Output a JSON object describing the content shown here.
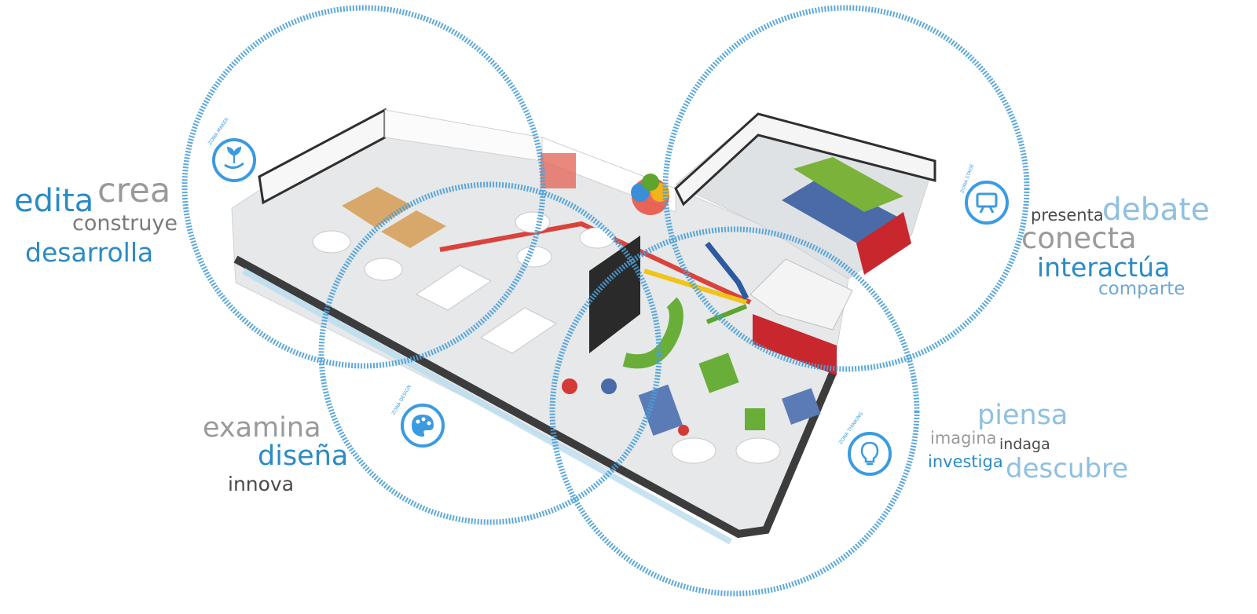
{
  "colors": {
    "ring": "#4a9fd8",
    "dark_blue": "#2a8bc4",
    "light_blue": "#8fc0e0",
    "grey": "#9a9a9a",
    "dark_grey": "#4a4a4a",
    "floor": "#e4e6e8",
    "wall": "#ffffff",
    "wall_dark": "#3c3c3c"
  },
  "zones": [
    {
      "id": "maker",
      "badge_label": "ZONA MAKER",
      "icon": "hand-plant-icon",
      "words": [
        "edita",
        "crea",
        "construye",
        "desarrolla"
      ]
    },
    {
      "id": "stage",
      "badge_label": "ZONA STAGE",
      "icon": "presentation-board-icon",
      "words": [
        "presenta",
        "debate",
        "conecta",
        "interactúa",
        "comparte"
      ]
    },
    {
      "id": "design",
      "badge_label": "ZONA DESIGN",
      "icon": "palette-icon",
      "words": [
        "examina",
        "diseña",
        "innova"
      ]
    },
    {
      "id": "thinking",
      "badge_label": "ZONA THINKING",
      "icon": "lightbulb-icon",
      "words": [
        "piensa",
        "imagina",
        "indaga",
        "investiga",
        "descubre"
      ]
    }
  ]
}
